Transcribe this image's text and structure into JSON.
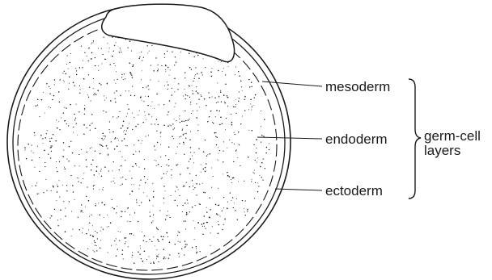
{
  "labels": {
    "mesoderm": "mesoderm",
    "endoderm": "endoderm",
    "ectoderm": "ectoderm",
    "group_line1": "germ-cell",
    "group_line2": "layers"
  },
  "colors": {
    "ink": "#1a1a1a",
    "background": "#ffffff"
  }
}
